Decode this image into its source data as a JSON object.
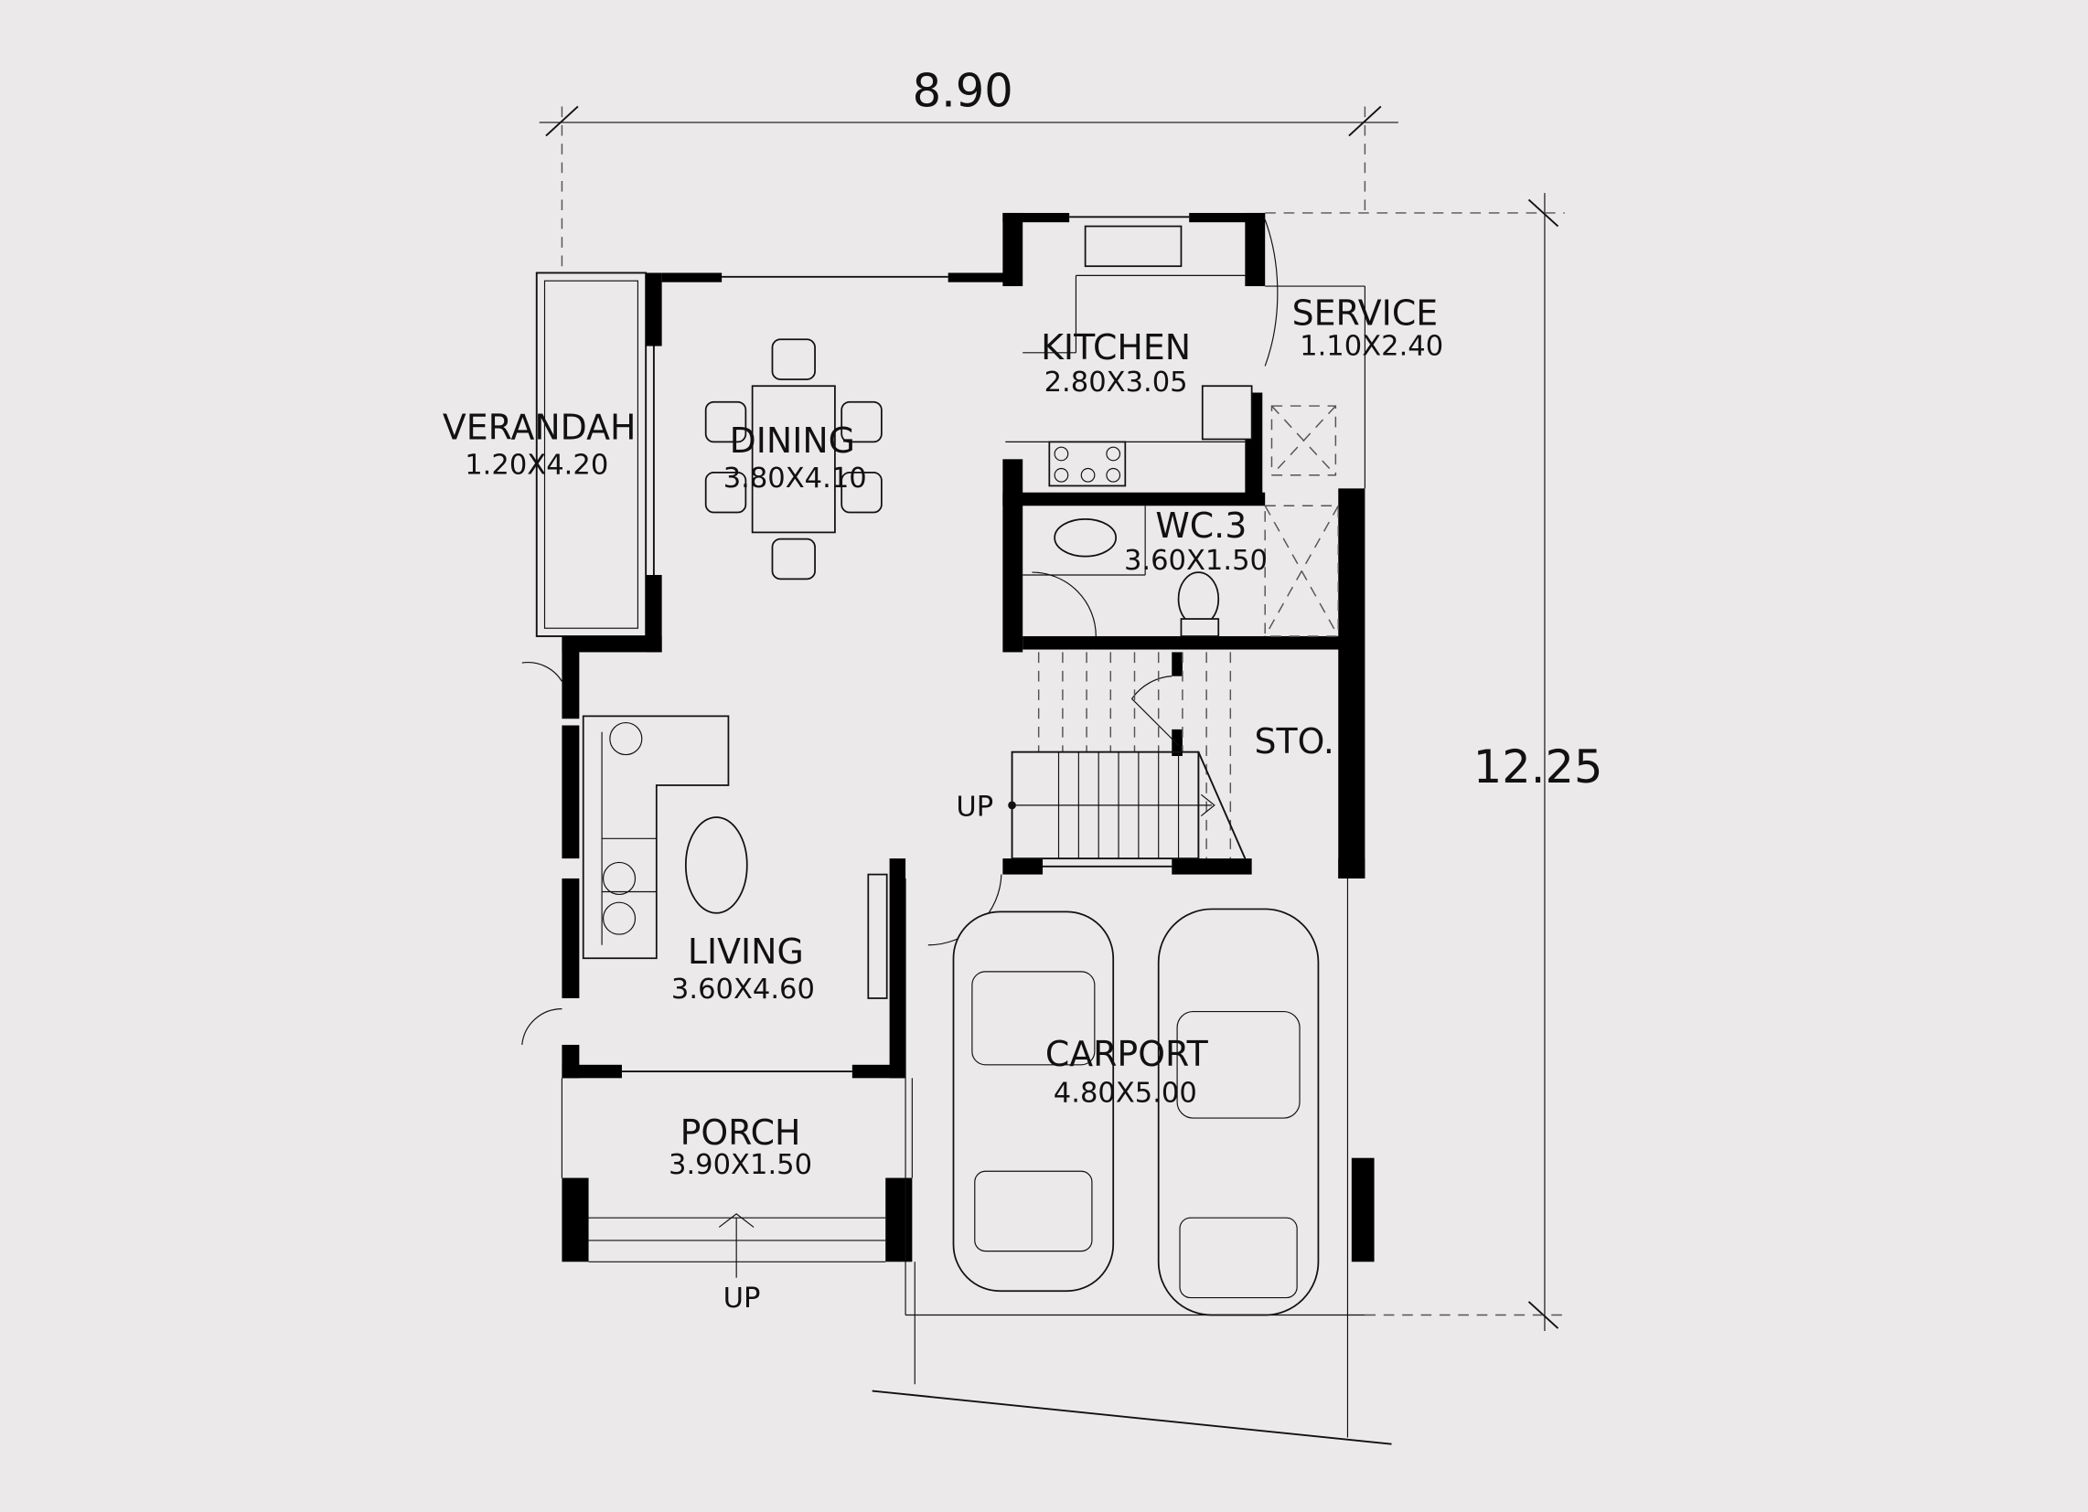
{
  "dimensions": {
    "width": "8.90",
    "depth": "12.25"
  },
  "rooms": {
    "verandah": {
      "name": "VERANDAH",
      "size": "1.20X4.20"
    },
    "dining": {
      "name": "DINING",
      "size": "3.80X4.10"
    },
    "kitchen": {
      "name": "KITCHEN",
      "size": "2.80X3.05"
    },
    "service": {
      "name": "SERVICE",
      "size": "1.10X2.40"
    },
    "wc": {
      "name": "WC.3",
      "size": "3.60X1.50"
    },
    "storage": {
      "name": "STO."
    },
    "living": {
      "name": "LIVING",
      "size": "3.60X4.60"
    },
    "carport": {
      "name": "CARPORT",
      "size": "4.80X5.00"
    },
    "porch": {
      "name": "PORCH",
      "size": "3.90X1.50"
    }
  },
  "annotations": {
    "stair_up": "UP",
    "porch_up": "UP"
  }
}
